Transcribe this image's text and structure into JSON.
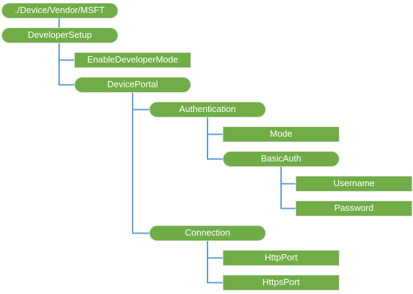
{
  "colors": {
    "background": "#ffffff",
    "node_fill": "#70ad47",
    "node_border": "#d8dfd1",
    "node_text": "#ffffff",
    "connector": "#5b9bd5"
  },
  "tree": {
    "label": "./Device/Vendor/MSFT",
    "shape": "rounded",
    "children": [
      {
        "label": "DeveloperSetup",
        "shape": "rounded",
        "children": [
          {
            "label": "EnableDeveloperMode",
            "shape": "rectangle",
            "children": []
          },
          {
            "label": "DevicePortal",
            "shape": "rounded",
            "children": [
              {
                "label": "Authentication",
                "shape": "rounded",
                "children": [
                  {
                    "label": "Mode",
                    "shape": "rectangle",
                    "children": []
                  },
                  {
                    "label": "BasicAuth",
                    "shape": "rounded",
                    "children": [
                      {
                        "label": "Username",
                        "shape": "rectangle",
                        "children": []
                      },
                      {
                        "label": "Password",
                        "shape": "rectangle",
                        "children": []
                      }
                    ]
                  }
                ]
              },
              {
                "label": "Connection",
                "shape": "rounded",
                "children": [
                  {
                    "label": "HttpPort",
                    "shape": "rectangle",
                    "children": []
                  },
                  {
                    "label": "HttpsPort",
                    "shape": "rectangle",
                    "children": []
                  }
                ]
              }
            ]
          }
        ]
      }
    ]
  }
}
